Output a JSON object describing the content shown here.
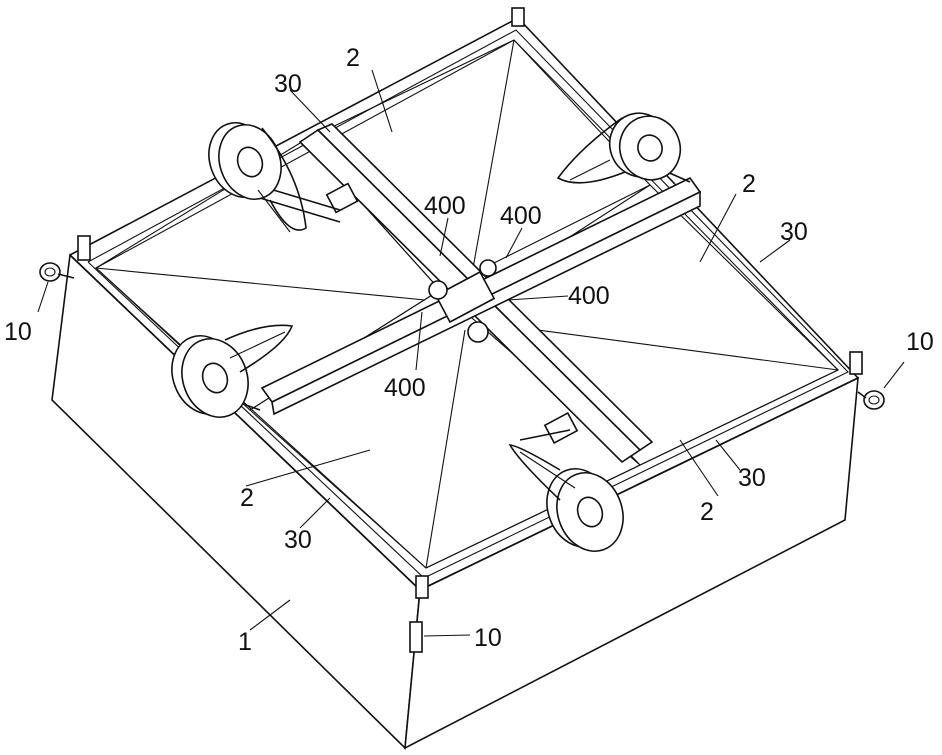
{
  "labels": {
    "box_body": "1",
    "panel_top": "2",
    "panel_right": "2",
    "panel_left": "2",
    "panel_bottom": "2",
    "rail_top": "30",
    "rail_right": "30",
    "rail_left": "30",
    "rail_bottom": "30",
    "hinge_upper_left": "400",
    "hinge_upper_right": "400",
    "hinge_right": "400",
    "hinge_lower_left": "400",
    "ring_left": "10",
    "ring_right": "10",
    "ring_bottom": "10"
  },
  "colors": {
    "line": "#111111",
    "background": "#ffffff"
  }
}
